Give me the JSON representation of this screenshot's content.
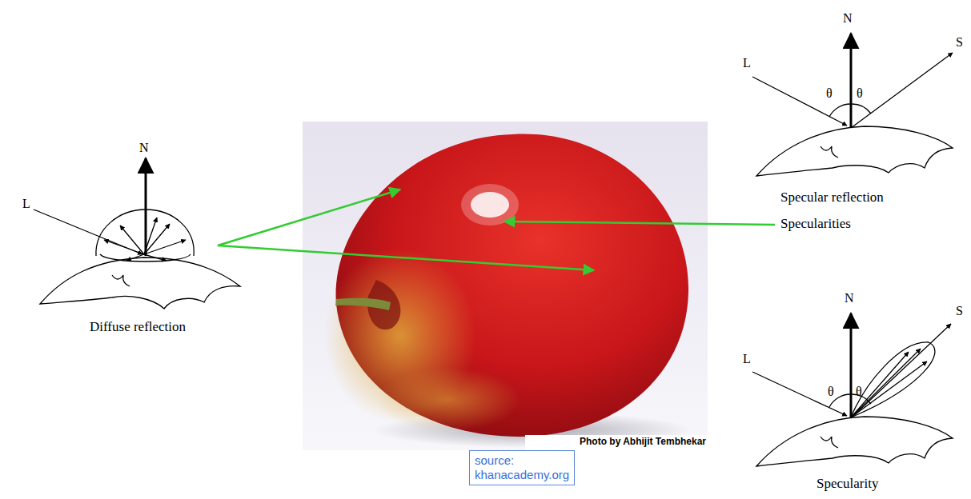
{
  "diagram": {
    "nodes": [
      {
        "text": [
          "source: khanacademy.org"
        ]
      }
    ],
    "labels": [
      "L",
      "N",
      "Diffuse reflection",
      "Photo by Abhijit Tembhekar",
      "Specularities",
      "N",
      "L",
      "S",
      "θ",
      "θ",
      "Specular reflection",
      "N",
      "L",
      "S",
      "θ",
      "θ",
      "Specularity"
    ]
  }
}
